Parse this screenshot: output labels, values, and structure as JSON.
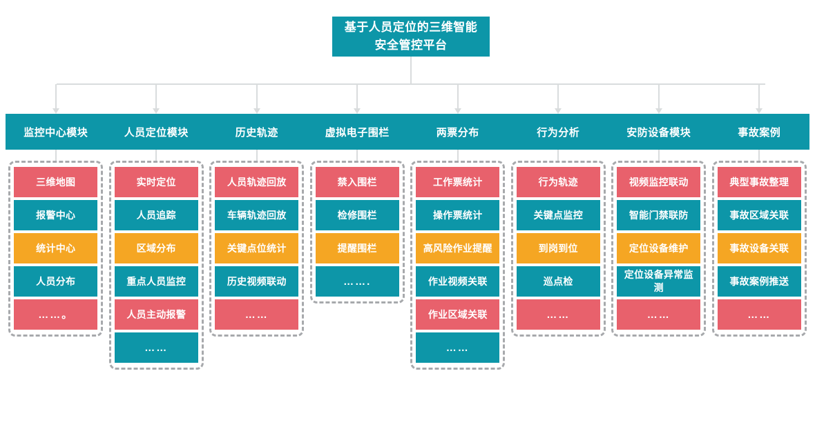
{
  "title": "基于人员定位的三维智能安全管控平台",
  "colors": {
    "red": "#e8616c",
    "teal": "#0d96a8",
    "orange": "#f5a623",
    "dashed_border": "#a7a9ac",
    "connector": "#d9dcdd",
    "text": "#ffffff"
  },
  "columns": [
    {
      "header": "监控中心模块",
      "items": [
        {
          "label": "三维地图",
          "color": "red"
        },
        {
          "label": "报警中心",
          "color": "teal"
        },
        {
          "label": "统计中心",
          "color": "orange"
        },
        {
          "label": "人员分布",
          "color": "teal"
        },
        {
          "label": "……。",
          "color": "red"
        }
      ]
    },
    {
      "header": "人员定位模块",
      "items": [
        {
          "label": "实时定位",
          "color": "red"
        },
        {
          "label": "人员追踪",
          "color": "teal"
        },
        {
          "label": "区域分布",
          "color": "orange"
        },
        {
          "label": "重点人员监控",
          "color": "teal"
        },
        {
          "label": "人员主动报警",
          "color": "red"
        },
        {
          "label": "……",
          "color": "teal"
        }
      ]
    },
    {
      "header": "历史轨迹",
      "items": [
        {
          "label": "人员轨迹回放",
          "color": "red"
        },
        {
          "label": "车辆轨迹回放",
          "color": "teal"
        },
        {
          "label": "关键点位统计",
          "color": "orange"
        },
        {
          "label": "历史视频联动",
          "color": "teal"
        },
        {
          "label": "……",
          "color": "red"
        }
      ]
    },
    {
      "header": "虚拟电子围栏",
      "items": [
        {
          "label": "禁入围栏",
          "color": "red"
        },
        {
          "label": "检修围栏",
          "color": "teal"
        },
        {
          "label": "提醒围栏",
          "color": "orange"
        },
        {
          "label": "…….",
          "color": "teal"
        }
      ]
    },
    {
      "header": "两票分布",
      "items": [
        {
          "label": "工作票统计",
          "color": "red"
        },
        {
          "label": "操作票统计",
          "color": "teal"
        },
        {
          "label": "高风险作业提醒",
          "color": "orange"
        },
        {
          "label": "作业视频关联",
          "color": "teal"
        },
        {
          "label": "作业区域关联",
          "color": "red"
        },
        {
          "label": "……",
          "color": "teal"
        }
      ]
    },
    {
      "header": "行为分析",
      "items": [
        {
          "label": "行为轨迹",
          "color": "red"
        },
        {
          "label": "关键点监控",
          "color": "teal"
        },
        {
          "label": "到岗到位",
          "color": "orange"
        },
        {
          "label": "巡点检",
          "color": "teal"
        },
        {
          "label": "……",
          "color": "red"
        }
      ]
    },
    {
      "header": "安防设备模块",
      "items": [
        {
          "label": "视频监控联动",
          "color": "red"
        },
        {
          "label": "智能门禁联防",
          "color": "teal"
        },
        {
          "label": "定位设备维护",
          "color": "orange"
        },
        {
          "label": "定位设备异常监测",
          "color": "teal"
        },
        {
          "label": "……",
          "color": "red"
        }
      ]
    },
    {
      "header": "事故案例",
      "items": [
        {
          "label": "典型事故整理",
          "color": "red"
        },
        {
          "label": "事故区域关联",
          "color": "teal"
        },
        {
          "label": "事故设备关联",
          "color": "orange"
        },
        {
          "label": "事故案例推送",
          "color": "teal"
        },
        {
          "label": "……",
          "color": "red"
        }
      ]
    }
  ]
}
